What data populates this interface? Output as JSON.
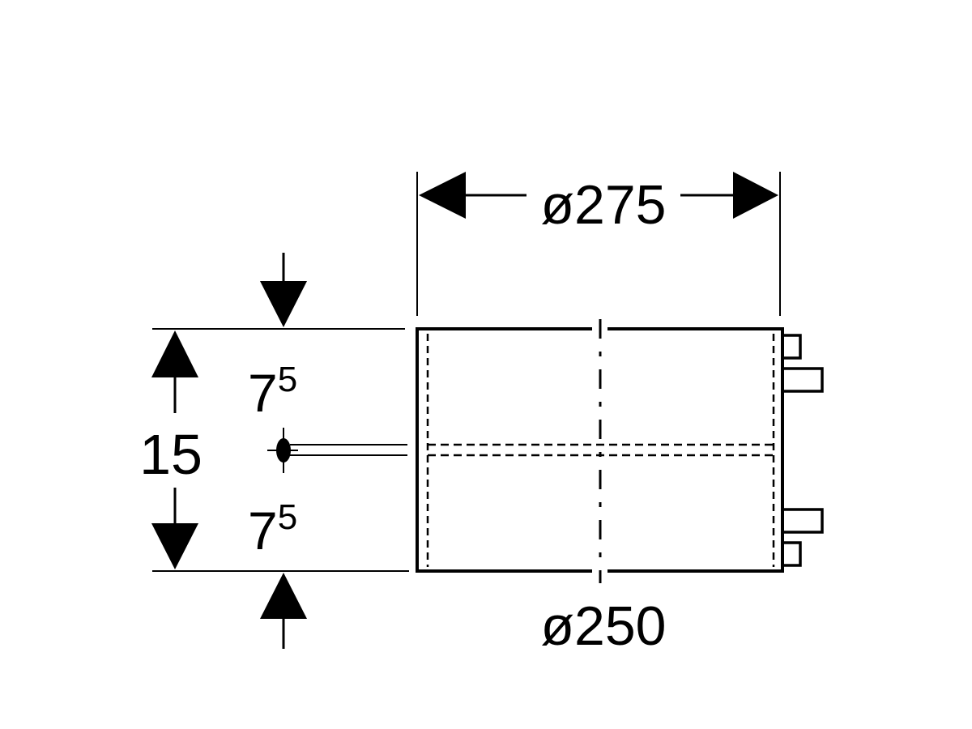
{
  "dimensions": {
    "outer_diameter": "ø275",
    "inner_diameter": "ø250",
    "total_height": "15",
    "upper_half": {
      "base": "7",
      "sup": "5"
    },
    "lower_half": {
      "base": "7",
      "sup": "5"
    }
  },
  "colors": {
    "line": "#000000",
    "background": "#ffffff"
  }
}
